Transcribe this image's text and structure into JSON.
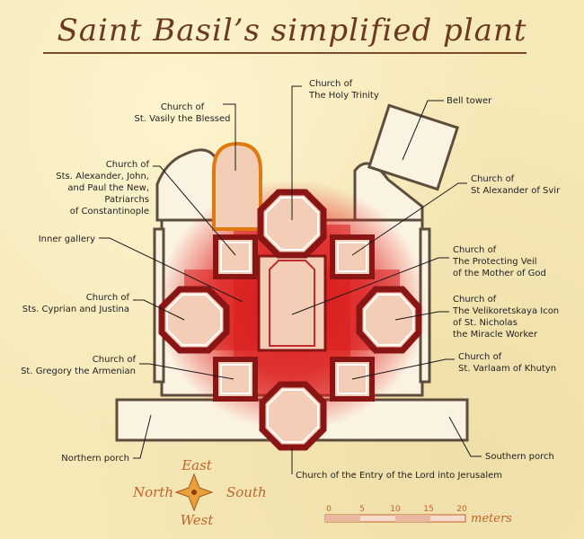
{
  "title": "Saint Basil’s simplified plant",
  "labels": {
    "vasily": [
      "Church of",
      "St. Vasily the Blessed"
    ],
    "trinity": [
      "Church of",
      "The Holy Trinity"
    ],
    "bell": [
      "Bell tower"
    ],
    "alexanders": [
      "Church of",
      "Sts. Alexander, John,",
      "and Paul the New,",
      "Patriarchs",
      "of Constantinople"
    ],
    "svir": [
      "Church of",
      "St Alexander of Svir"
    ],
    "gallery": [
      "Inner gallery"
    ],
    "veil": [
      "Church of",
      "The Protecting Veil",
      "of the Mother of God"
    ],
    "cyprian": [
      "Church of",
      "Sts. Cyprian and Justina"
    ],
    "nicholas": [
      "Church of",
      "The Velikoretskaya Icon",
      "of St. Nicholas",
      "the Miracle Worker"
    ],
    "gregory": [
      "Church of",
      "St. Gregory the Armenian"
    ],
    "varlaam": [
      "Church of",
      "St. Varlaam of Khutyn"
    ],
    "north_porch": [
      "Northern porch"
    ],
    "south_porch": [
      "Southern porch"
    ],
    "entry": [
      "Church of the Entry of the Lord into Jerusalem"
    ]
  },
  "compass": {
    "east": "East",
    "west": "West",
    "north": "North",
    "south": "South"
  },
  "scale": {
    "ticks": [
      "0",
      "5",
      "10",
      "15",
      "20"
    ],
    "unit": "meters"
  },
  "colors": {
    "highlight": "#d21a1a",
    "outline_dark": "#7a1010",
    "vasily_outline": "#e07a10",
    "room_fill": "#f3cdb5",
    "wall": "#6b5a48"
  }
}
